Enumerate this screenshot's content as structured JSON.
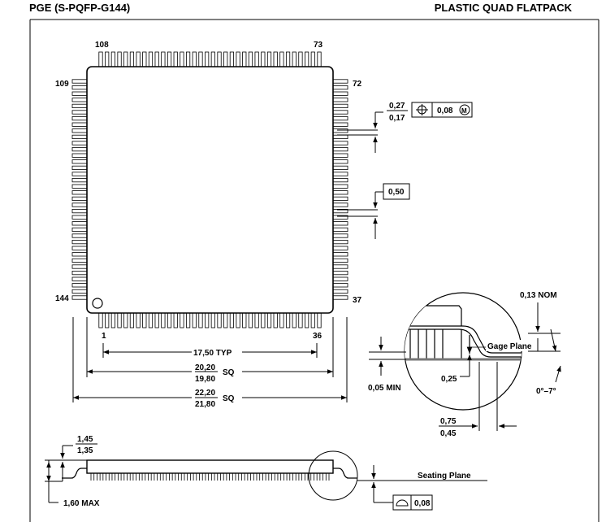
{
  "header": {
    "package_code": "PGE (S-PQFP-G144)",
    "package_type": "PLASTIC QUAD FLATPACK"
  },
  "pins": {
    "top_left": "108",
    "top_right": "73",
    "right_top": "72",
    "right_bottom": "37",
    "left_top": "109",
    "left_bottom": "144",
    "bottom_left": "1",
    "bottom_right": "36"
  },
  "dims": {
    "lead_w_max": "0,27",
    "lead_w_min": "0,17",
    "position_tol": "0,08",
    "modifier": "M",
    "pitch": "0,50",
    "span_typ": "17,50 TYP",
    "body_max": "20,20",
    "body_min": "19,80",
    "sq": "SQ",
    "overall_max": "22,20",
    "overall_min": "21,80",
    "nom_013": "0,13 NOM",
    "gage_plane": "Gage Plane",
    "gage_025": "0,25",
    "standoff_min": "0,05 MIN",
    "angle": "0°–7°",
    "foot_max": "0,75",
    "foot_min": "0,45",
    "height_max": "1,45",
    "height_min": "1,35",
    "height_total": "1,60 MAX",
    "seating_plane": "Seating Plane",
    "coplanarity": "0,08"
  }
}
